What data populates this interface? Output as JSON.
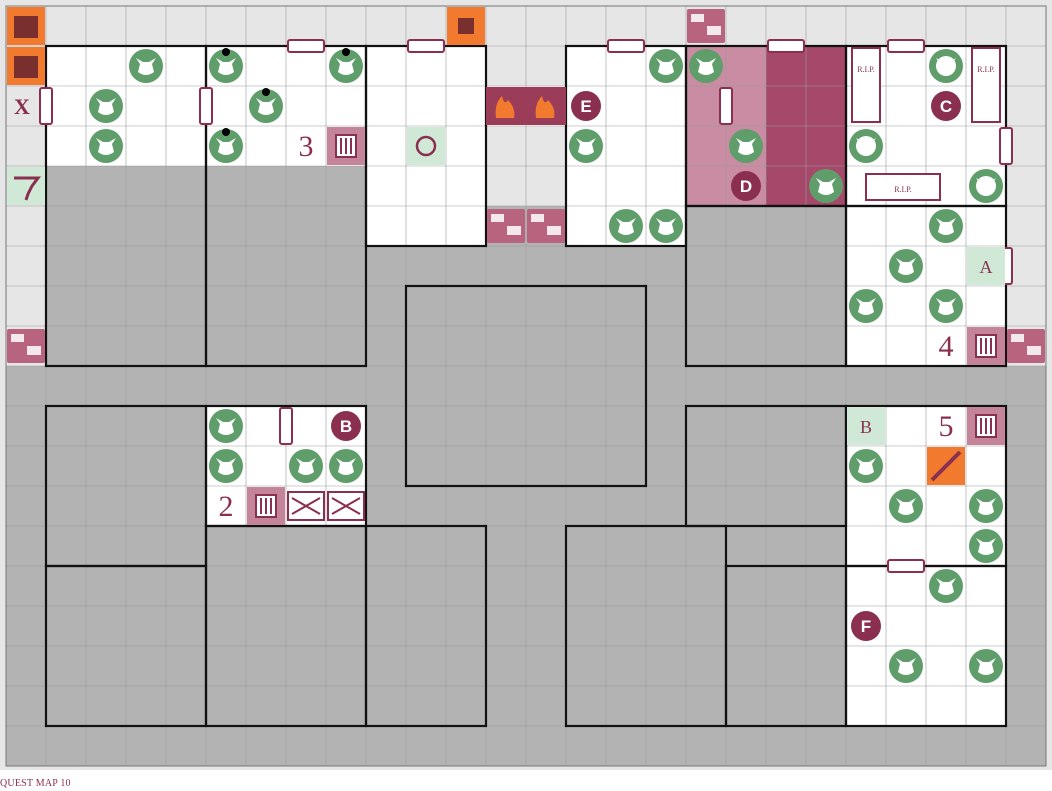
{
  "caption": "QUEST MAP 10",
  "colors": {
    "corridor": "#b3b3b3",
    "room": "#ffffff",
    "outer": "#e6e6e6",
    "grid": "#9a9a9a",
    "wall": "#111111",
    "monster": "#5f9e6b",
    "maroon": "#8a2f4f",
    "orange": "#f27a2e",
    "special_tile": "#cfe9d6",
    "rubble": "#b9647f"
  },
  "markers": [
    {
      "label": "E",
      "kind": "letter-marker",
      "cell": [
        14,
        2
      ]
    },
    {
      "label": "C",
      "kind": "letter-marker",
      "cell": [
        23,
        2
      ]
    },
    {
      "label": "D",
      "kind": "letter-marker",
      "cell": [
        18,
        4
      ]
    },
    {
      "label": "B",
      "kind": "letter-marker",
      "cell": [
        8,
        10
      ]
    },
    {
      "label": "F",
      "kind": "letter-marker",
      "cell": [
        21,
        15
      ]
    }
  ],
  "room_numbers": [
    {
      "label": "3",
      "cell": [
        7,
        3
      ]
    },
    {
      "label": "4",
      "cell": [
        23,
        8
      ]
    },
    {
      "label": "2",
      "cell": [
        5,
        12
      ]
    },
    {
      "label": "5",
      "cell": [
        23,
        10
      ]
    }
  ],
  "start_marker": {
    "label": "X",
    "cell": [
      0,
      2
    ]
  },
  "trap_labels": [
    {
      "label": "A",
      "cell": [
        24,
        6
      ]
    },
    {
      "label": "B",
      "cell": [
        21,
        10
      ]
    }
  ],
  "tombstones": [
    {
      "label": "R.I.P.",
      "cell": [
        21,
        1
      ]
    },
    {
      "label": "R.I.P.",
      "cell": [
        24,
        1
      ]
    },
    {
      "label": "R.I.P.",
      "cell": [
        22,
        4
      ]
    }
  ],
  "monsters": [
    {
      "type": "goblin",
      "cell": [
        3,
        1
      ]
    },
    {
      "type": "goblin",
      "cell": [
        2,
        2
      ]
    },
    {
      "type": "goblin",
      "cell": [
        2,
        3
      ]
    },
    {
      "type": "orc",
      "cell": [
        5,
        1
      ]
    },
    {
      "type": "orc",
      "cell": [
        8,
        1
      ]
    },
    {
      "type": "orc",
      "cell": [
        6,
        2
      ]
    },
    {
      "type": "orc",
      "cell": [
        5,
        3
      ]
    },
    {
      "type": "goblin",
      "cell": [
        16,
        1
      ]
    },
    {
      "type": "goblin",
      "cell": [
        17,
        1
      ]
    },
    {
      "type": "goblin",
      "cell": [
        14,
        3
      ]
    },
    {
      "type": "goblin",
      "cell": [
        15,
        5
      ]
    },
    {
      "type": "goblin",
      "cell": [
        16,
        5
      ]
    },
    {
      "type": "fimir",
      "cell": [
        18,
        3
      ]
    },
    {
      "type": "goblin",
      "cell": [
        20,
        4
      ]
    },
    {
      "type": "skeleton",
      "cell": [
        23,
        1
      ]
    },
    {
      "type": "skeleton",
      "cell": [
        21,
        3
      ]
    },
    {
      "type": "skeleton",
      "cell": [
        24,
        4
      ]
    },
    {
      "type": "goblin",
      "cell": [
        23,
        5
      ]
    },
    {
      "type": "goblin",
      "cell": [
        22,
        6
      ]
    },
    {
      "type": "goblin",
      "cell": [
        21,
        7
      ]
    },
    {
      "type": "goblin",
      "cell": [
        23,
        7
      ]
    },
    {
      "type": "dwarf",
      "cell": [
        5,
        10
      ]
    },
    {
      "type": "dwarf",
      "cell": [
        5,
        11
      ]
    },
    {
      "type": "goblin",
      "cell": [
        7,
        11
      ]
    },
    {
      "type": "goblin",
      "cell": [
        8,
        11
      ]
    },
    {
      "type": "goblin",
      "cell": [
        21,
        11
      ]
    },
    {
      "type": "fimir",
      "cell": [
        22,
        12
      ]
    },
    {
      "type": "goblin",
      "cell": [
        24,
        12
      ]
    },
    {
      "type": "goblin",
      "cell": [
        24,
        13
      ]
    },
    {
      "type": "goblin",
      "cell": [
        23,
        14
      ]
    },
    {
      "type": "fimir",
      "cell": [
        22,
        16
      ]
    },
    {
      "type": "goblin",
      "cell": [
        24,
        16
      ]
    }
  ],
  "doors": [
    {
      "cell": [
        7,
        1
      ],
      "side": "top"
    },
    {
      "cell": [
        10,
        1
      ],
      "side": "top"
    },
    {
      "cell": [
        15,
        1
      ],
      "side": "top"
    },
    {
      "cell": [
        19,
        1
      ],
      "side": "top"
    },
    {
      "cell": [
        22,
        1
      ],
      "side": "top"
    },
    {
      "cell": [
        1,
        2
      ],
      "side": "left"
    },
    {
      "cell": [
        5,
        2
      ],
      "side": "left"
    },
    {
      "cell": [
        17,
        2
      ],
      "side": "right"
    },
    {
      "cell": [
        25,
        3
      ],
      "side": "left"
    },
    {
      "cell": [
        25,
        6
      ],
      "side": "left"
    },
    {
      "cell": [
        7,
        10
      ],
      "side": "left"
    },
    {
      "cell": [
        22,
        14
      ],
      "side": "top"
    }
  ],
  "chests": [
    {
      "cell": [
        8,
        3
      ]
    },
    {
      "cell": [
        24,
        8
      ]
    },
    {
      "cell": [
        6,
        12
      ]
    },
    {
      "cell": [
        24,
        10
      ]
    }
  ],
  "rubble": [
    {
      "cell": [
        0,
        8
      ]
    },
    {
      "cell": [
        25,
        8
      ]
    },
    {
      "cell": [
        12,
        5
      ]
    },
    {
      "cell": [
        13,
        5
      ]
    },
    {
      "cell": [
        17,
        0
      ]
    }
  ],
  "icons": [
    {
      "name": "stairway-icon",
      "cell": [
        0,
        0
      ]
    },
    {
      "name": "stairway-icon",
      "cell": [
        0,
        1
      ]
    },
    {
      "name": "pit-icon",
      "cell": [
        11,
        0
      ]
    },
    {
      "name": "fire-icon",
      "cell": [
        12,
        2
      ]
    },
    {
      "name": "fire-icon",
      "cell": [
        13,
        2
      ]
    },
    {
      "name": "tornado-icon",
      "cell": [
        0,
        4
      ]
    },
    {
      "name": "spell-tile-icon",
      "cell": [
        10,
        3
      ]
    },
    {
      "name": "weapon-rack-icon",
      "cell": [
        7,
        12
      ]
    },
    {
      "name": "weapon-rack-icon",
      "cell": [
        8,
        12
      ]
    },
    {
      "name": "spear-icon",
      "cell": [
        23,
        11
      ]
    }
  ]
}
